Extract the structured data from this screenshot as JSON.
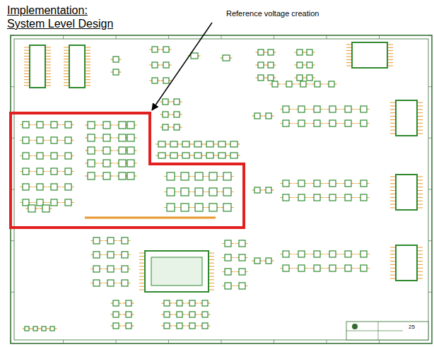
{
  "diagram": {
    "title": "Implementation: System Level Design",
    "labels": [
      "Reference voltage creation",
      "25"
    ]
  }
}
